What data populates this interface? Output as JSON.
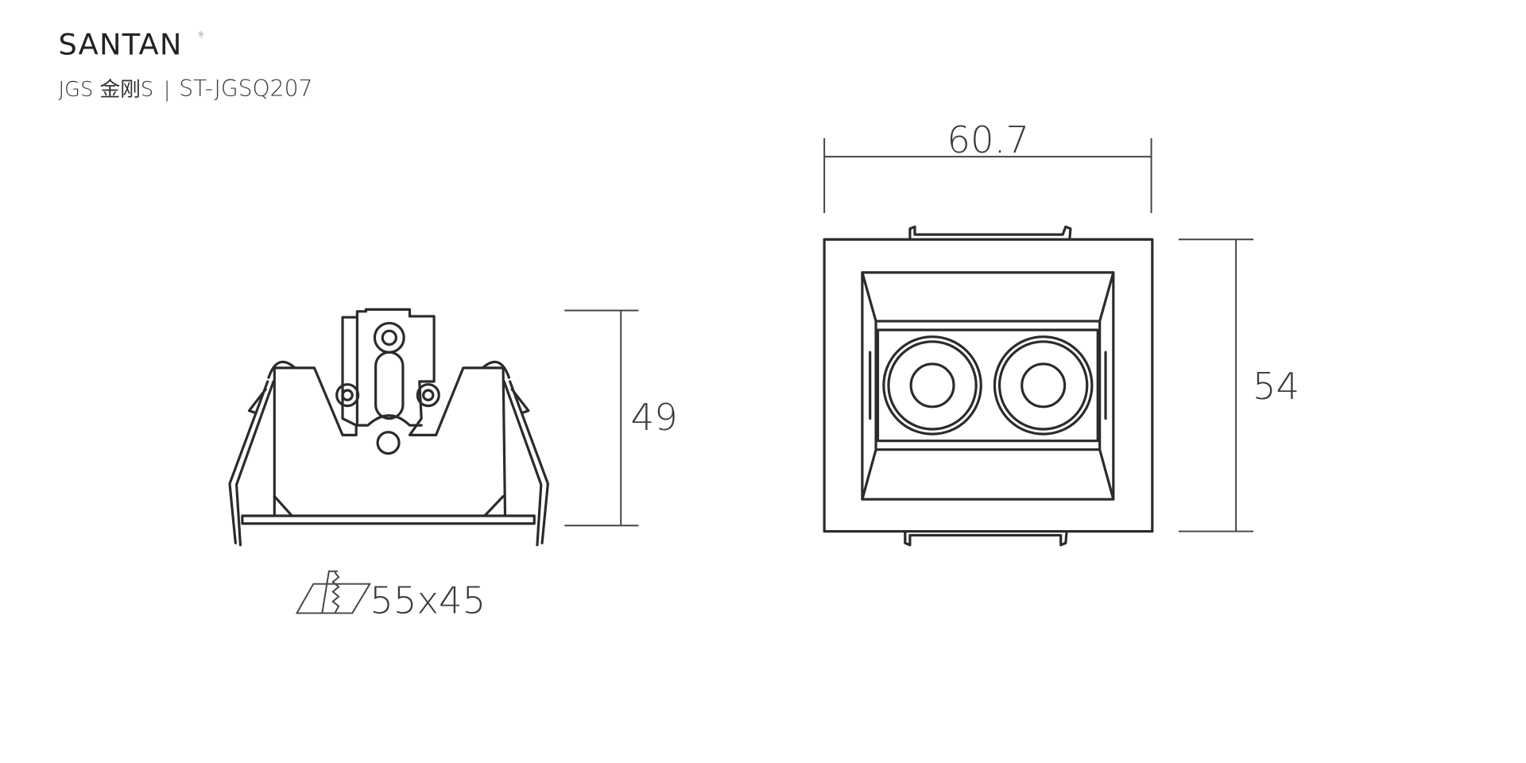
{
  "brand": {
    "logo": "SANTAN",
    "registered": "®",
    "series_logo": "JGS 金刚S",
    "separator": "|",
    "model": "ST-JGSQ207"
  },
  "side_view": {
    "height_label": "49",
    "cutout_label": "55x45"
  },
  "front_view": {
    "width_label": "60.7",
    "height_label": "54"
  }
}
